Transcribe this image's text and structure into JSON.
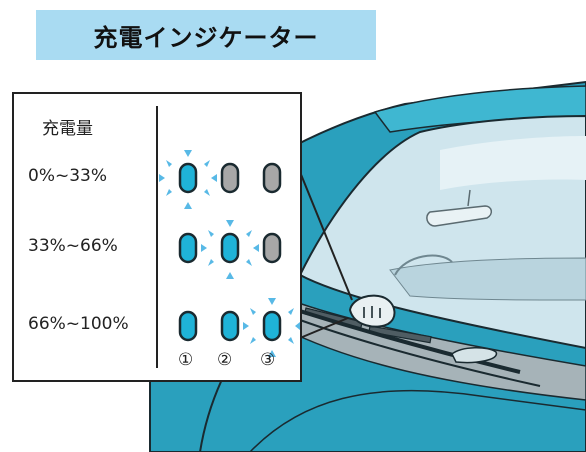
{
  "title": "充電インジケーター",
  "indicator_table": {
    "header": "充電量",
    "rows": [
      {
        "range": "0%~33%",
        "lit": 1,
        "states": [
          "blinking",
          "off",
          "off"
        ]
      },
      {
        "range": "33%~66%",
        "lit": 2,
        "states": [
          "on",
          "blinking",
          "off"
        ]
      },
      {
        "range": "66%~100%",
        "lit": 3,
        "states": [
          "on",
          "on",
          "blinking"
        ]
      }
    ],
    "led_numbers": [
      "①",
      "②",
      "③"
    ]
  },
  "colors": {
    "banner": "#a9dbf2",
    "led_on": "#1fb3d8",
    "led_off": "#a7a7a7",
    "blink_rays": "#58b9e6",
    "car_body": "#2aa0bd"
  },
  "icons": {
    "led": "indicator-led-icon",
    "blink": "blink-rays-icon",
    "car": "car-windshield-illustration"
  }
}
